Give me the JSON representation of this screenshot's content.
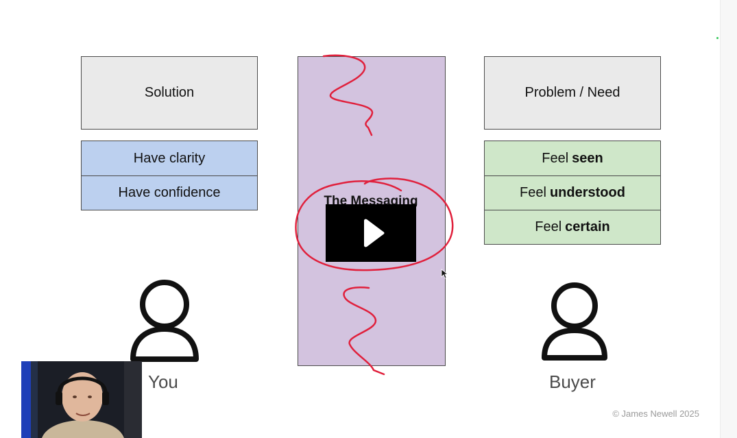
{
  "slide": {
    "solution": "Solution",
    "problem": "Problem / Need",
    "solution_outcomes": [
      "Have clarity",
      "Have confidence"
    ],
    "buyer_feelings": [
      {
        "prefix": "Feel",
        "bold": "seen"
      },
      {
        "prefix": "Feel",
        "bold": "understood"
      },
      {
        "prefix": "Feel",
        "bold": "certain"
      }
    ],
    "messaging": "The Messaging",
    "you_label": "You",
    "buyer_label": "Buyer",
    "copyright": "© James Newell 2025"
  },
  "colors": {
    "box_grey": "#eaeaea",
    "box_blue": "#bcd0ef",
    "box_green": "#cfe7c9",
    "messaging_purple": "#d3c3df",
    "annotation_red": "#e0203c"
  },
  "icons": {
    "play": "play-icon",
    "you": "person-icon",
    "buyer": "person-icon"
  }
}
